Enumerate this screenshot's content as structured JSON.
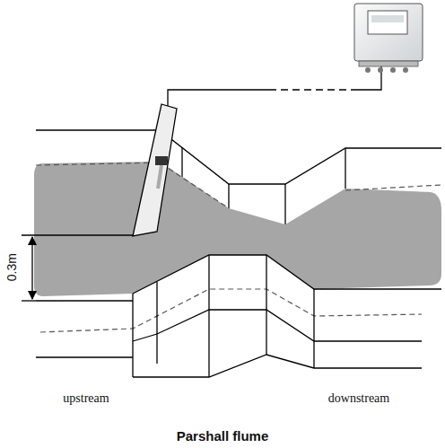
{
  "diagram": {
    "caption": "Parshall flume",
    "labels": [
      "0.3m",
      "upstream",
      "downstream"
    ]
  }
}
